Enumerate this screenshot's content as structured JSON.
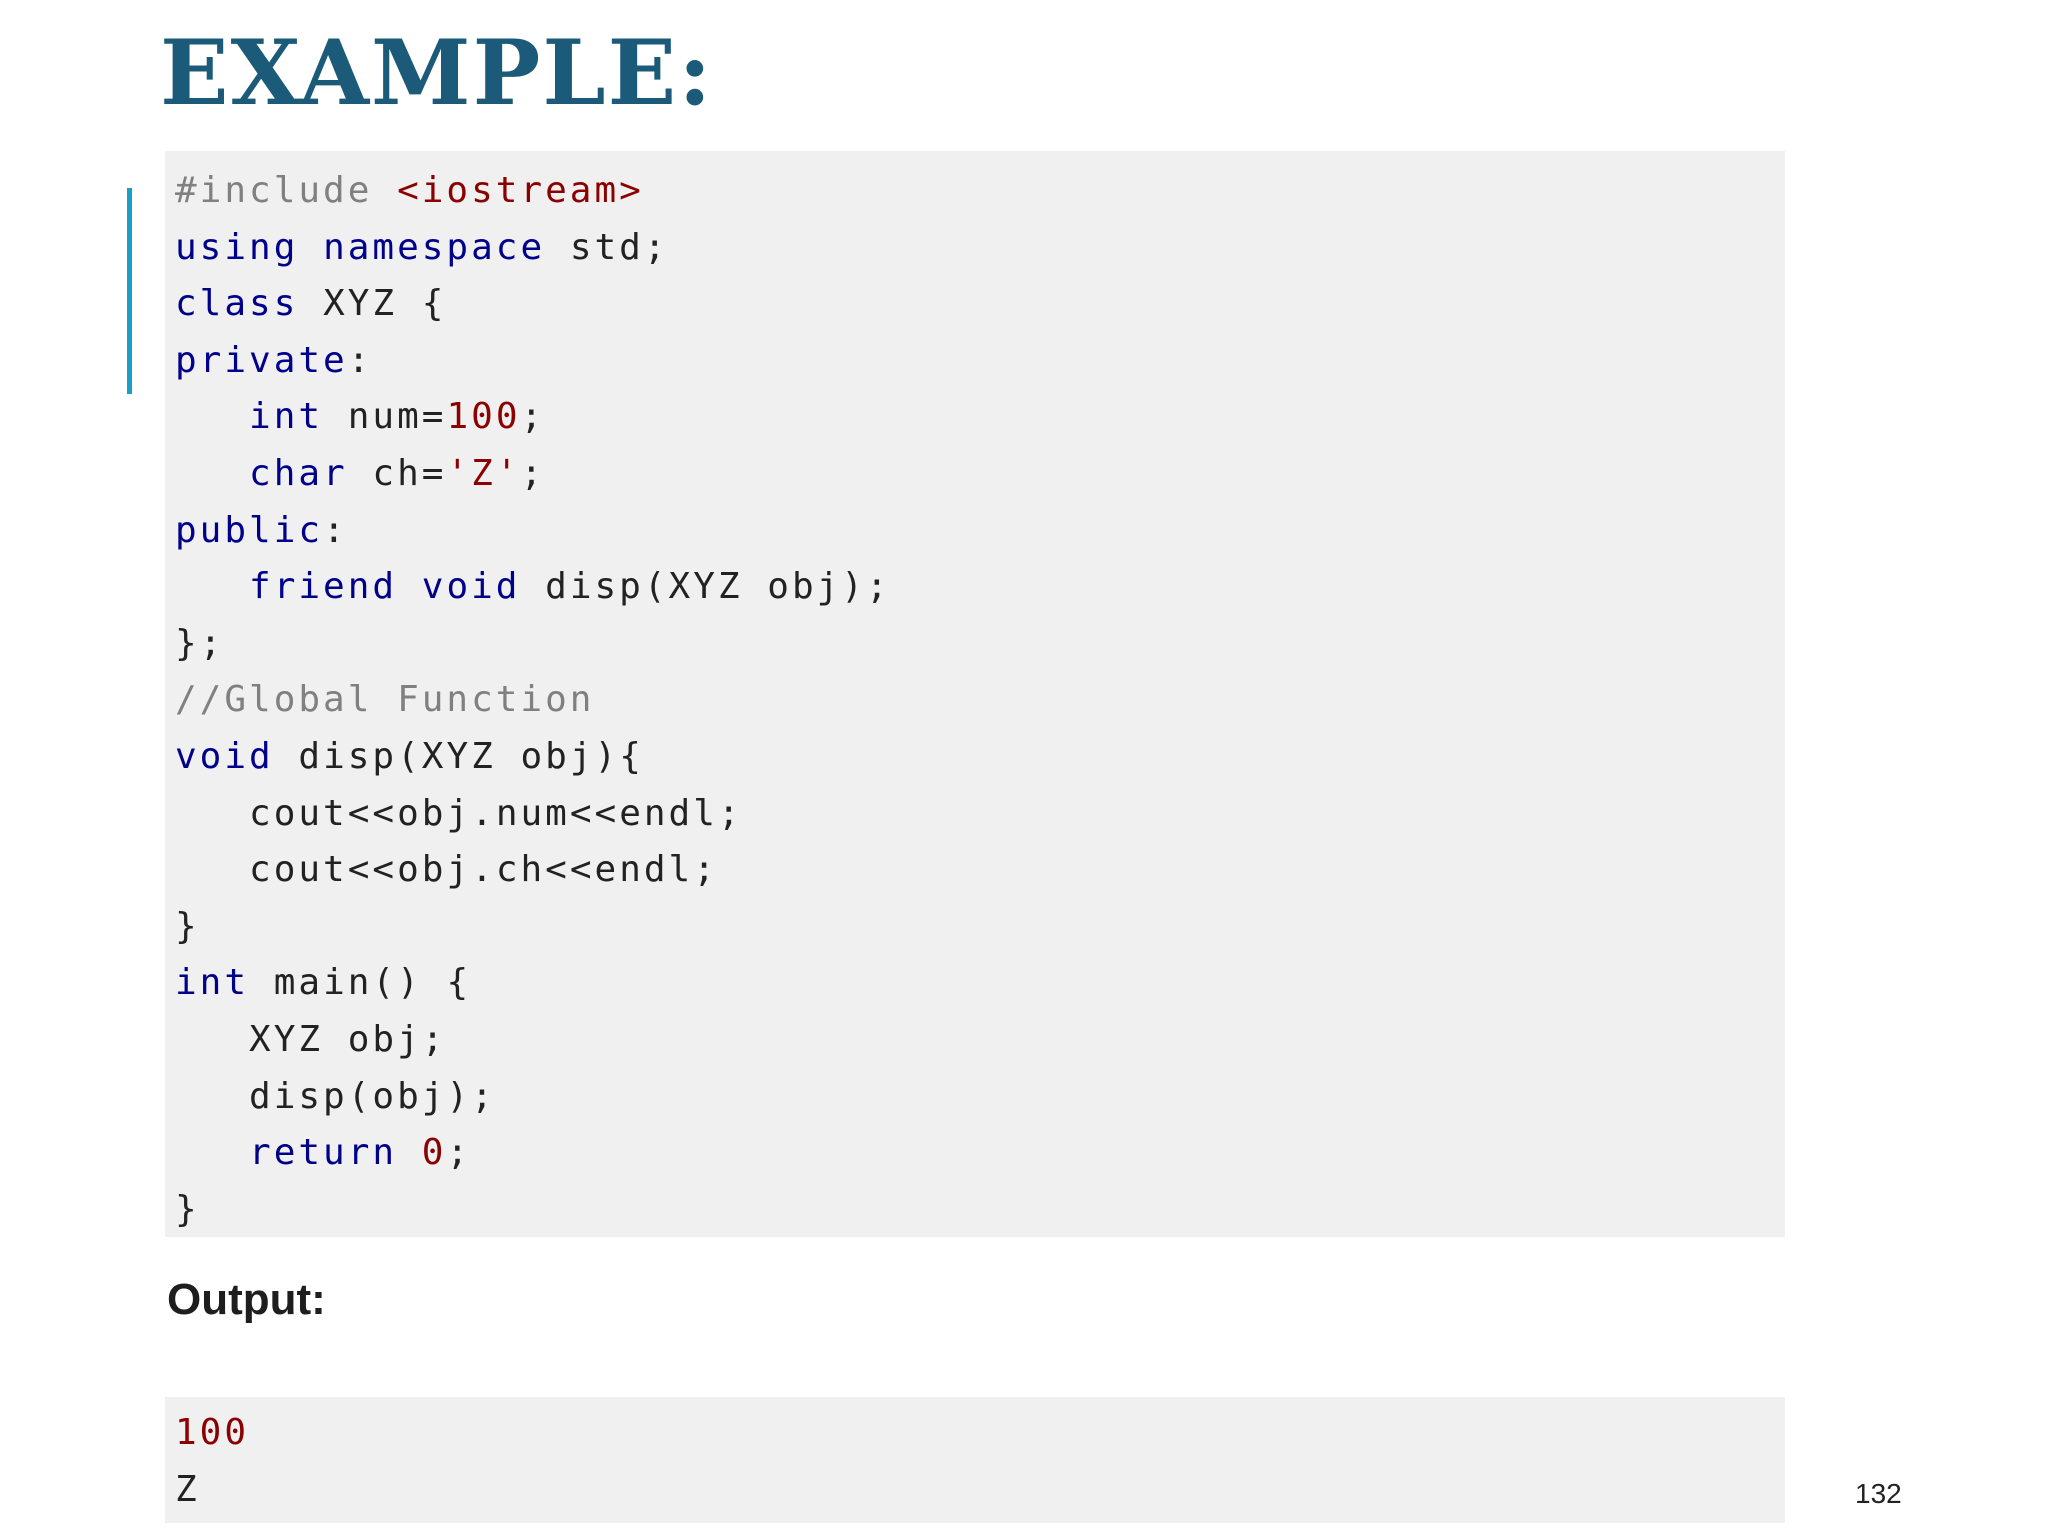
{
  "title": "EXAMPLE:",
  "code": {
    "lines": [
      "#include <iostream>",
      "using namespace std;",
      "class XYZ {",
      "private:",
      "   int num=100;",
      "   char ch='Z';",
      "public:",
      "   friend void disp(XYZ obj);",
      "};",
      "//Global Function",
      "void disp(XYZ obj){",
      "   cout<<obj.num<<endl;",
      "   cout<<obj.ch<<endl;",
      "}",
      "int main() {",
      "   XYZ obj;",
      "   disp(obj);",
      "   return 0;",
      "}"
    ]
  },
  "output": {
    "label": "Output:",
    "lines": [
      "100",
      "Z"
    ]
  },
  "page_number": "132",
  "colors": {
    "title": "#1b5a78",
    "accent_bar": "#1a9fc7",
    "code_background": "#f0f0f0",
    "preprocessor": "#808080",
    "keyword": "#00008b",
    "comment": "#808080",
    "number": "#8b0000",
    "string": "#8b0000",
    "default_text": "#222222"
  }
}
